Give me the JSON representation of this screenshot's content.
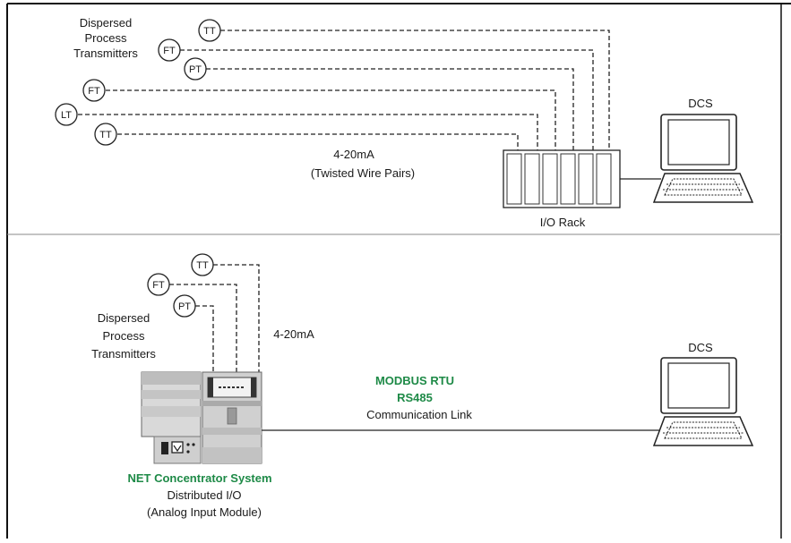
{
  "top": {
    "group_label": [
      "Dispersed",
      "Process",
      "Transmitters"
    ],
    "instruments": [
      "TT",
      "FT",
      "PT",
      "FT",
      "LT",
      "TT"
    ],
    "signal_label": [
      "4-20mA",
      "(Twisted Wire Pairs)"
    ],
    "rack_label": "I/O Rack",
    "dcs_label": "DCS"
  },
  "bottom": {
    "group_label": [
      "Dispersed",
      "Process",
      "Transmitters"
    ],
    "instruments": [
      "TT",
      "FT",
      "PT"
    ],
    "signal_label": "4-20mA",
    "link_label": [
      "MODBUS RTU",
      "RS485",
      "Communication Link"
    ],
    "system_label": [
      "NET Concentrator System",
      "Distributed I/O",
      "(Analog Input Module)"
    ],
    "dcs_label": "DCS"
  },
  "colors": {
    "accent_green": "#1e8a47",
    "line": "#222222"
  }
}
